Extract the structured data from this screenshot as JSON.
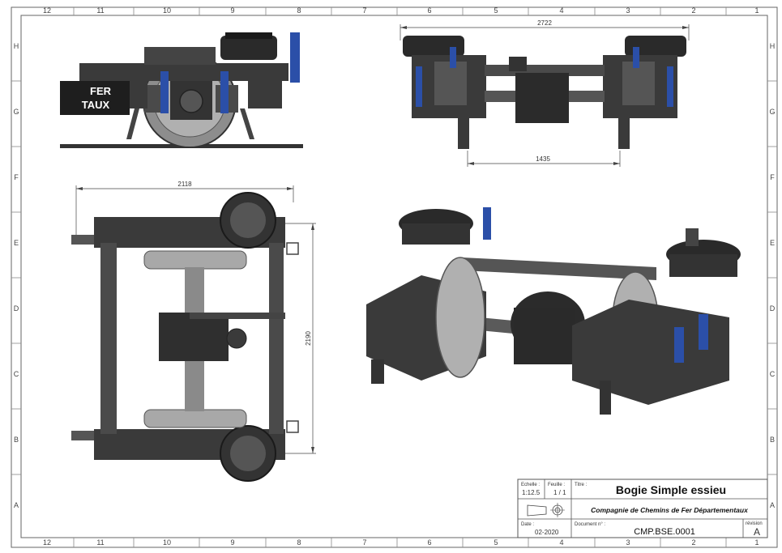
{
  "border": {
    "columns": [
      "12",
      "11",
      "10",
      "9",
      "8",
      "7",
      "6",
      "5",
      "4",
      "3",
      "2",
      "1"
    ],
    "rows": [
      "H",
      "G",
      "F",
      "E",
      "D",
      "C",
      "B",
      "A"
    ]
  },
  "dimensions": {
    "top_view_width": "2722",
    "track_gauge": "1435",
    "plan_length": "2118",
    "plan_width": "2190"
  },
  "watermark": {
    "line1": "FER",
    "line2": "TAUX"
  },
  "colors": {
    "steel": "#3a3a3a",
    "steel_dark": "#222222",
    "steel_light": "#6a6a6a",
    "wheel": "#9a9a9a",
    "damper": "#2b4fa8",
    "frame": "#555555"
  },
  "title_block": {
    "scale_label": "Echelle :",
    "scale_value": "1:12.5",
    "sheet_label": "Feuille :",
    "sheet_value": "1 / 1",
    "title_label": "Titre :",
    "title": "Bogie Simple essieu",
    "company": "Compagnie de Chemins de Fer Départementaux",
    "date_label": "Date :",
    "date_value": "02-2020",
    "doc_label": "Document n° :",
    "doc_number": "CMP.BSE.0001",
    "rev_label": "révision",
    "rev_value": "A"
  }
}
